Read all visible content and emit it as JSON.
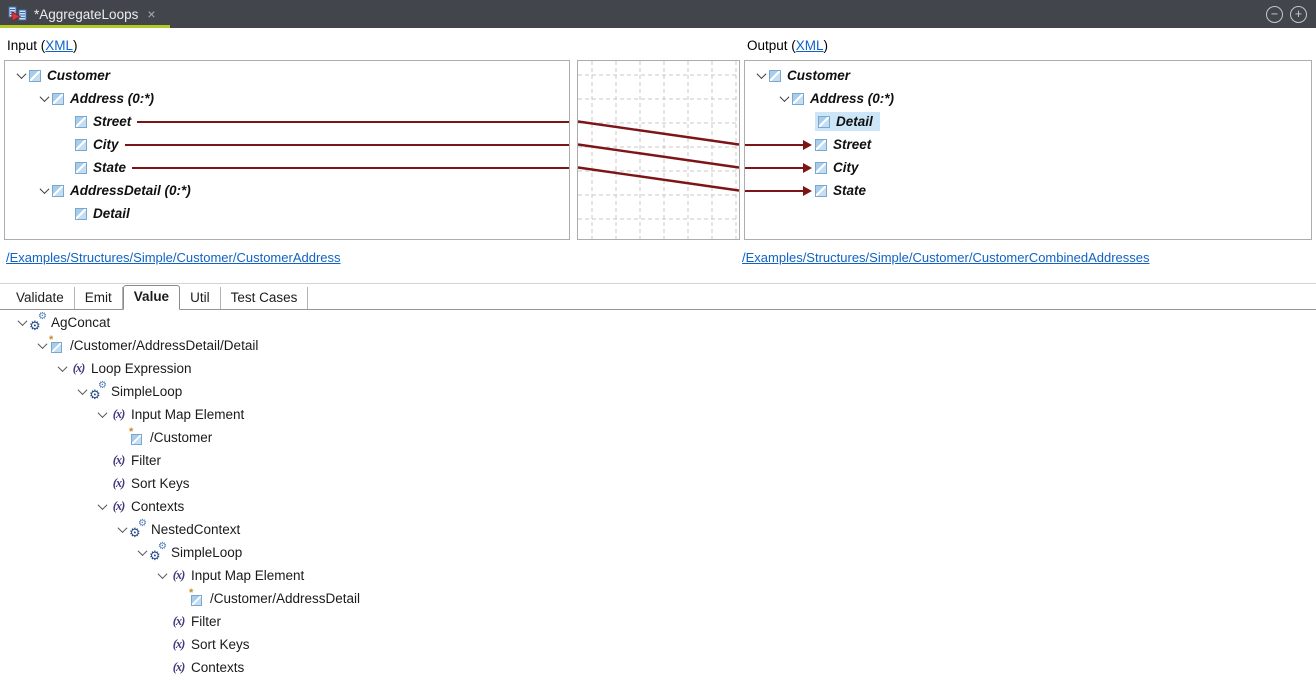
{
  "icons": {
    "expr": "(x)",
    "gear": "⚙",
    "star": "*",
    "close": "×",
    "minus": "−",
    "plus": "+"
  },
  "colors": {
    "mapping_line": "#7d1416",
    "link_blue": "#0f62c6",
    "active_tab_underline": "#b4c928",
    "selection": "#cde6f7",
    "tabbar_bg": "#42464c"
  },
  "window": {
    "tab_title": "*AggregateLoops"
  },
  "input_panel": {
    "header_prefix": "Input (",
    "header_link": "XML",
    "header_suffix": ")",
    "rows": [
      {
        "label": "Customer"
      },
      {
        "label": "Address (0:*)"
      },
      {
        "label": "Street"
      },
      {
        "label": "City"
      },
      {
        "label": "State"
      },
      {
        "label": "AddressDetail (0:*)"
      },
      {
        "label": "Detail"
      }
    ],
    "link": "/Examples/Structures/Simple/Customer/CustomerAddress"
  },
  "output_panel": {
    "header_prefix": "Output (",
    "header_link": "XML",
    "header_suffix": ")",
    "rows": [
      {
        "label": "Customer"
      },
      {
        "label": "Address (0:*)"
      },
      {
        "label": "Detail",
        "selected": true
      },
      {
        "label": "Street"
      },
      {
        "label": "City"
      },
      {
        "label": "State"
      }
    ],
    "link": "/Examples/Structures/Simple/Customer/CustomerCombinedAddresses"
  },
  "mappings": [
    {
      "from": "Street",
      "to": "Street"
    },
    {
      "from": "City",
      "to": "City"
    },
    {
      "from": "State",
      "to": "State"
    }
  ],
  "tabs": [
    {
      "label": "Validate",
      "active": false
    },
    {
      "label": "Emit",
      "active": false
    },
    {
      "label": "Value",
      "active": true
    },
    {
      "label": "Util",
      "active": false
    },
    {
      "label": "Test Cases",
      "active": false
    }
  ],
  "value_tree": [
    {
      "label": "AgConcat"
    },
    {
      "label": "/Customer/AddressDetail/Detail"
    },
    {
      "label": "Loop Expression"
    },
    {
      "label": "SimpleLoop"
    },
    {
      "label": "Input Map Element"
    },
    {
      "label": "/Customer"
    },
    {
      "label": "Filter"
    },
    {
      "label": "Sort Keys"
    },
    {
      "label": "Contexts"
    },
    {
      "label": "NestedContext"
    },
    {
      "label": "SimpleLoop"
    },
    {
      "label": "Input Map Element"
    },
    {
      "label": "/Customer/AddressDetail"
    },
    {
      "label": "Filter"
    },
    {
      "label": "Sort Keys"
    },
    {
      "label": "Contexts"
    }
  ]
}
